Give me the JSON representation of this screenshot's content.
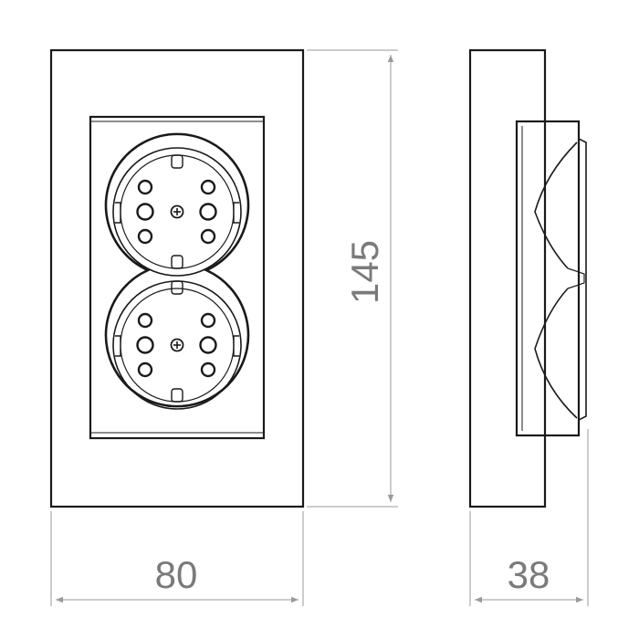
{
  "drawing": {
    "front_view": {
      "width_label": "80",
      "height_label": "145"
    },
    "side_view": {
      "depth_label": "38"
    },
    "colors": {
      "ink": "#1a1a1a",
      "dimension": "#7a7a7a",
      "background": "#ffffff"
    }
  }
}
